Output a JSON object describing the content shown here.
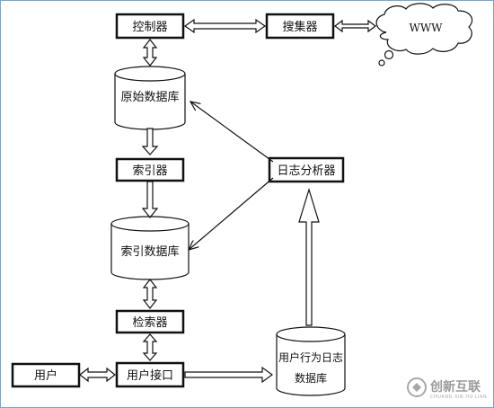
{
  "nodes": {
    "controller": "控制器",
    "collector": "搜集器",
    "www": "WWW",
    "raw_db": "原始数据库",
    "indexer": "索引器",
    "log_analyzer": "日志分析器",
    "index_db": "索引数据库",
    "retriever": "检索器",
    "user": "用户",
    "user_interface": "用户接口",
    "behavior_log_db_line1": "用户行为日志",
    "behavior_log_db_line2": "数据库"
  },
  "watermark": {
    "text": "创新互联",
    "subtext": "CHUANG XIN HU LIAN"
  }
}
